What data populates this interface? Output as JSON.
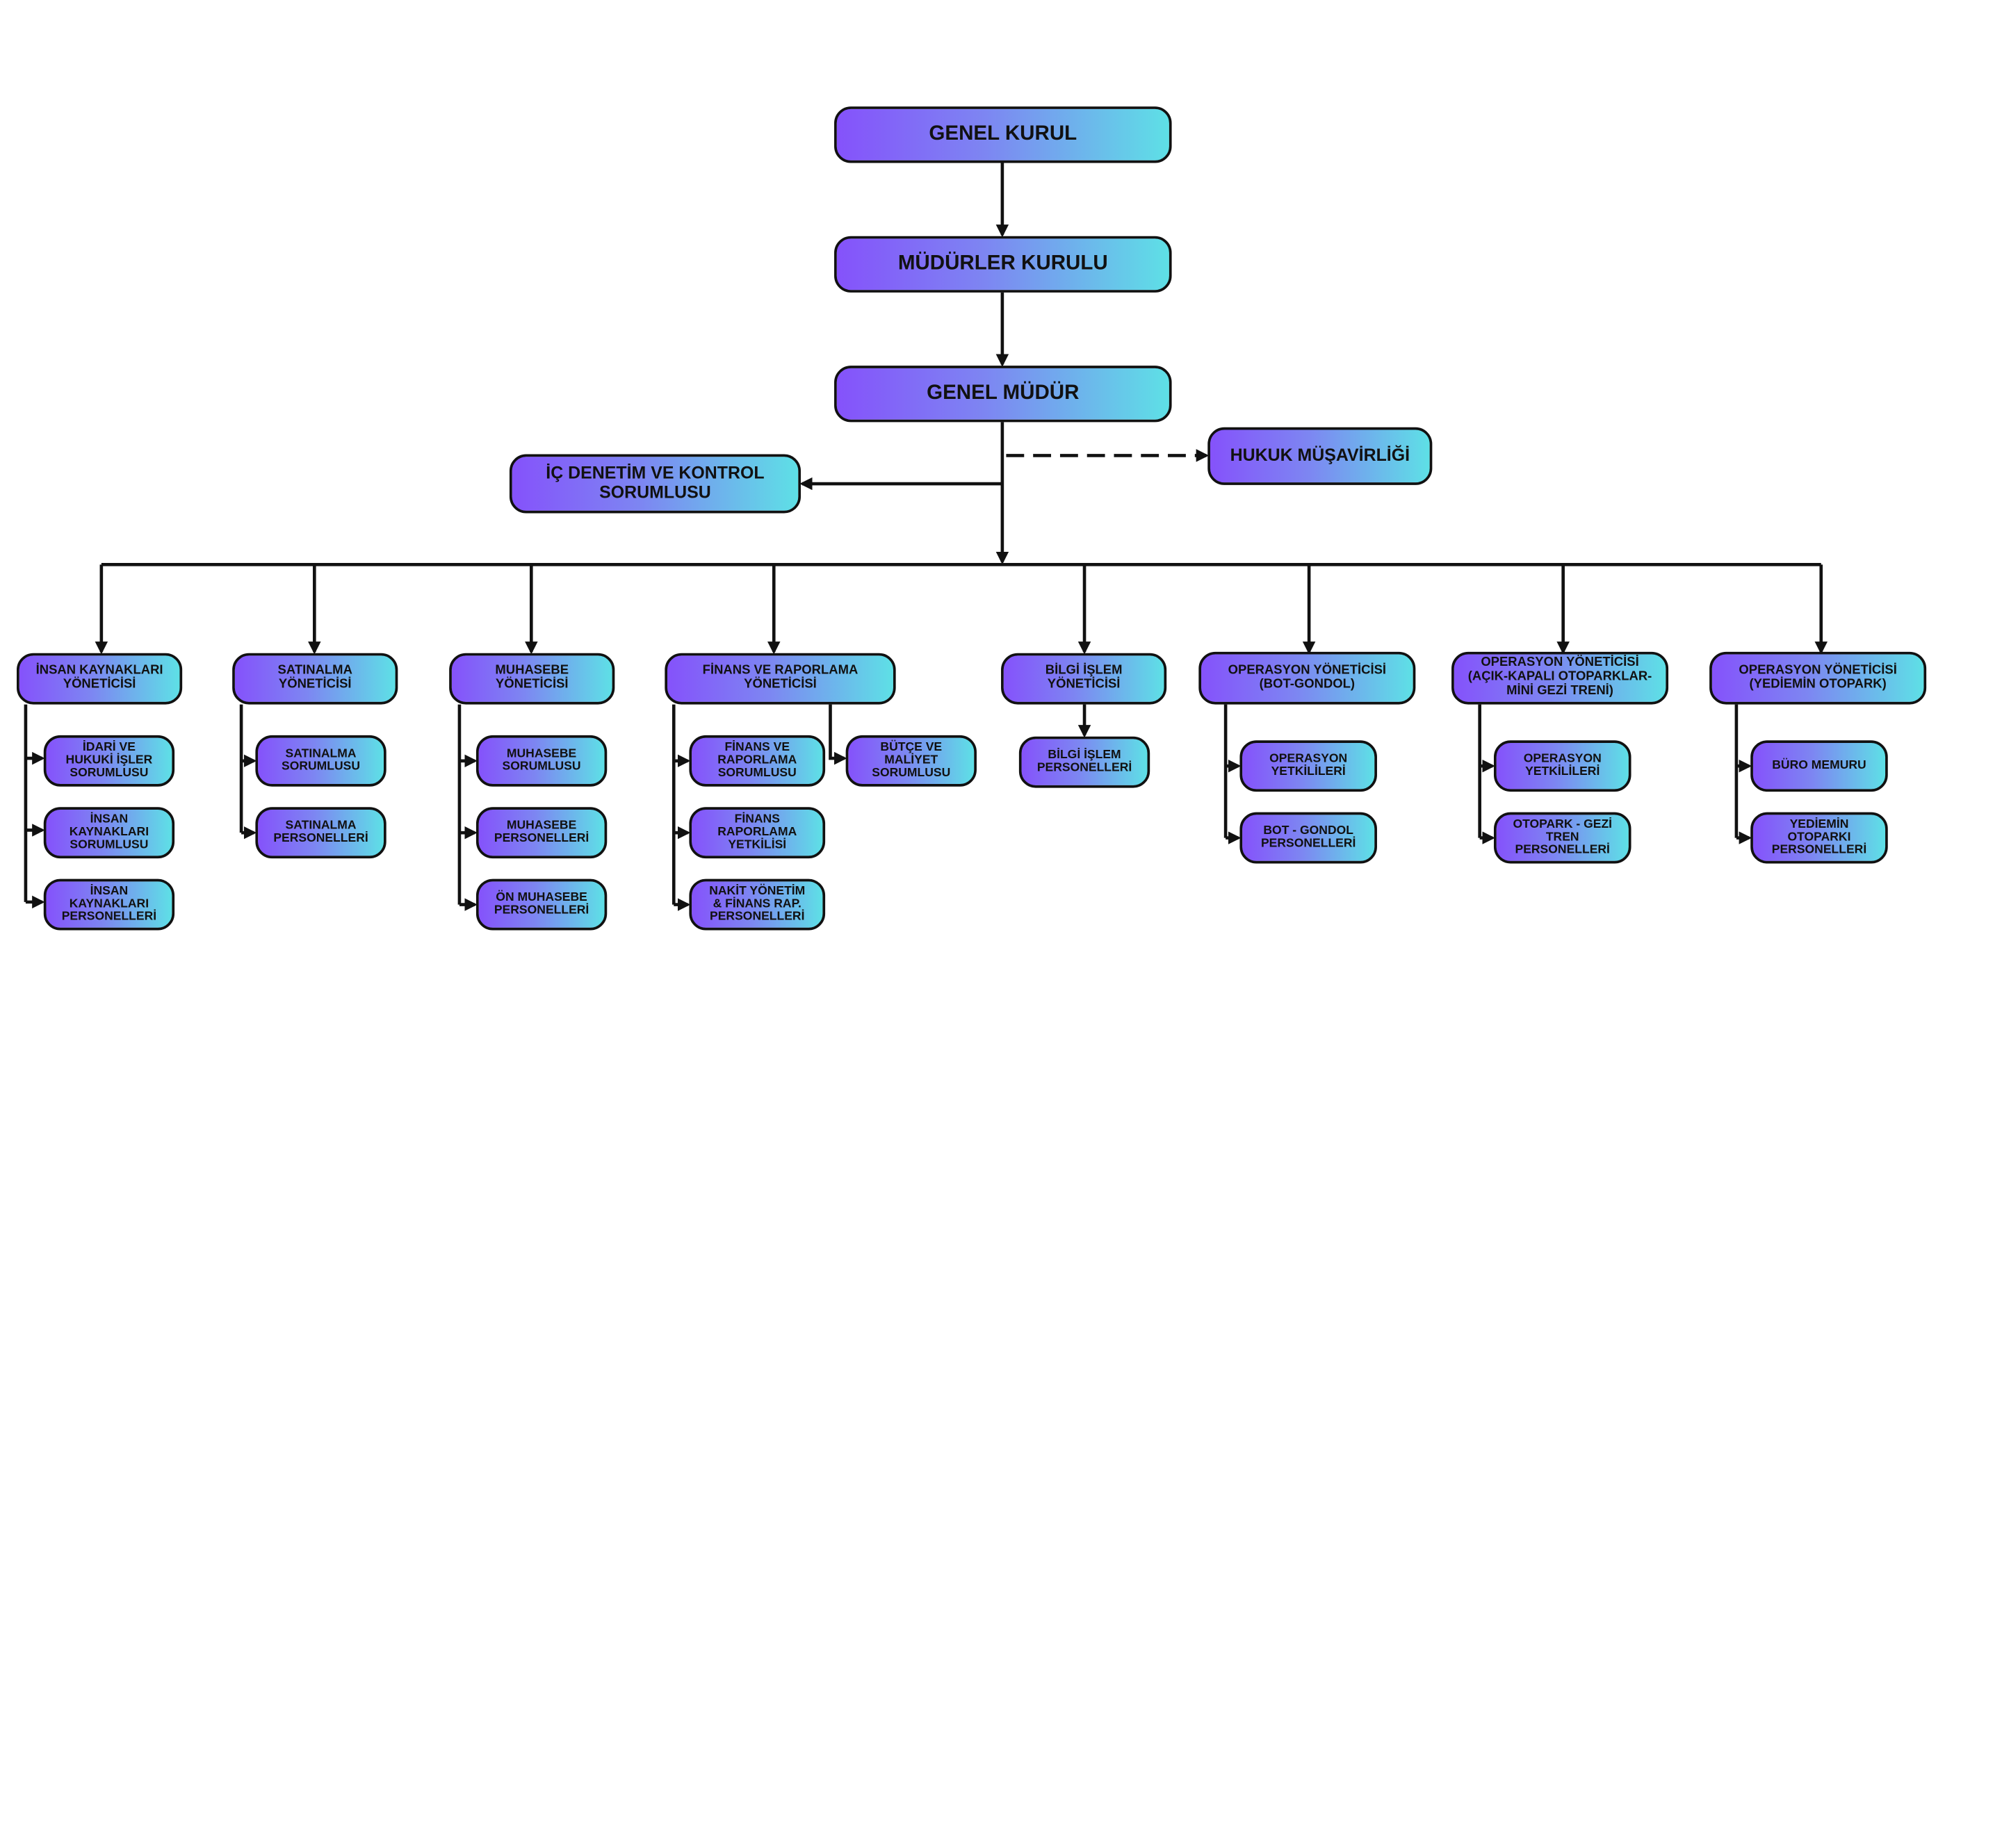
{
  "diagram": {
    "line_color": "#111111",
    "gradient_colors": [
      "#8552fb",
      "#7d86f2",
      "#5ee0e6"
    ]
  },
  "top": {
    "genel_kurul": "GENEL KURUL",
    "mudurler_kurulu": "MÜDÜRLER KURULU",
    "genel_mudur": "GENEL MÜDÜR",
    "ic_denetim": "İÇ DENETİM VE KONTROL\nSORUMLUSU",
    "hukuk": "HUKUK MÜŞAVİRLİĞİ"
  },
  "departments": [
    {
      "manager": "İNSAN KAYNAKLARI\nYÖNETİCİSİ",
      "staff": [
        "İDARİ VE\nHUKUKİ İŞLER\nSORUMLUSU",
        "İNSAN KAYNAKLARI\nSORUMLUSU",
        "İNSAN KAYNAKLARI\nPERSONELLERİ"
      ]
    },
    {
      "manager": "SATINALMA YÖNETİCİSİ",
      "staff": [
        "SATINALMA\nSORUMLUSU",
        "SATINALMA\nPERSONELLERİ"
      ]
    },
    {
      "manager": "MUHASEBE YÖNETİCİSİ",
      "staff": [
        "MUHASEBE\nSORUMLUSU",
        "MUHASEBE\nPERSONELLERİ",
        "ÖN MUHASEBE\nPERSONELLERİ"
      ]
    },
    {
      "manager": "FİNANS VE RAPORLAMA\nYÖNETİCİSİ",
      "staff": [
        "FİNANS VE\nRAPORLAMA\nSORUMLUSU",
        "FİNANS\nRAPORLAMA\nYETKİLİSİ",
        "NAKİT YÖNETİM\n& FİNANS RAP.\nPERSONELLERİ"
      ],
      "side": "BÜTÇE VE MALİYET\nSORUMLUSU"
    },
    {
      "manager": "BİLGİ İŞLEM YÖNETİCİSİ",
      "staff": [
        "BİLGİ İŞLEM\nPERSONELLERİ"
      ]
    },
    {
      "manager": "OPERASYON YÖNETİCİSİ\n(BOT-GONDOL)",
      "staff": [
        "OPERASYON\nYETKİLİLERİ",
        "BOT - GONDOL\nPERSONELLERİ"
      ]
    },
    {
      "manager": "OPERASYON YÖNETİCİSİ\n(AÇIK-KAPALI OTOPARKLAR-\nMİNİ GEZİ TRENİ)",
      "staff": [
        "OPERASYON\nYETKİLİLERİ",
        "OTOPARK - GEZİ\nTREN\nPERSONELLERİ"
      ]
    },
    {
      "manager": "OPERASYON YÖNETİCİSİ\n(YEDİEMİN OTOPARK)",
      "staff": [
        "BÜRO MEMURU",
        "YEDİEMİN\nOTOPARKI\nPERSONELLERİ"
      ]
    }
  ]
}
